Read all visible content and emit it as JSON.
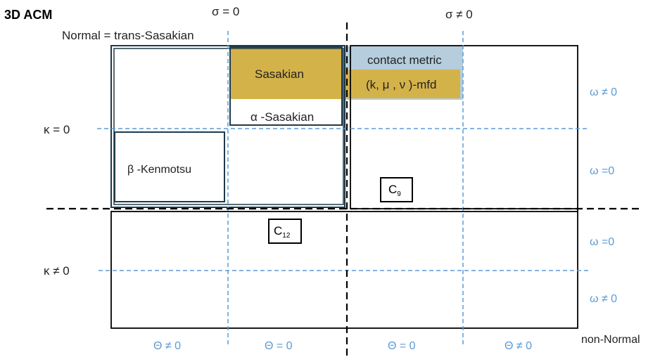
{
  "title": "3D ACM",
  "top_labels": {
    "sigma_zero": "σ = 0",
    "sigma_nonzero": "σ ≠ 0"
  },
  "left_labels": {
    "kappa_zero": "κ = 0",
    "kappa_nonzero": "κ ≠ 0"
  },
  "regions": {
    "normal": "Normal = trans-Sasakian",
    "sasakian": "Sasakian",
    "alpha_sasakian": "α -Sasakian",
    "beta_kenmotsu": "β -Kenmotsu",
    "contact_metric": "contact metric",
    "kmu_nu_mfd": "(k, μ , ν )-mfd",
    "non_normal": "non-Normal"
  },
  "classes": {
    "c9_base": "C",
    "c9_sub": "9",
    "c12_base": "C",
    "c12_sub": "12"
  },
  "omega_labels": [
    "ω ≠ 0",
    "ω =0",
    "ω =0",
    "ω ≠ 0"
  ],
  "theta_labels": [
    "Θ ≠ 0",
    "Θ = 0",
    "Θ = 0",
    "Θ ≠ 0"
  ],
  "colors": {
    "gold": "#d4b24a",
    "light_blue": "#b5cddd",
    "dashed_blue": "#5b9bd5",
    "frame": "#1f3a4a",
    "black": "#000000"
  }
}
